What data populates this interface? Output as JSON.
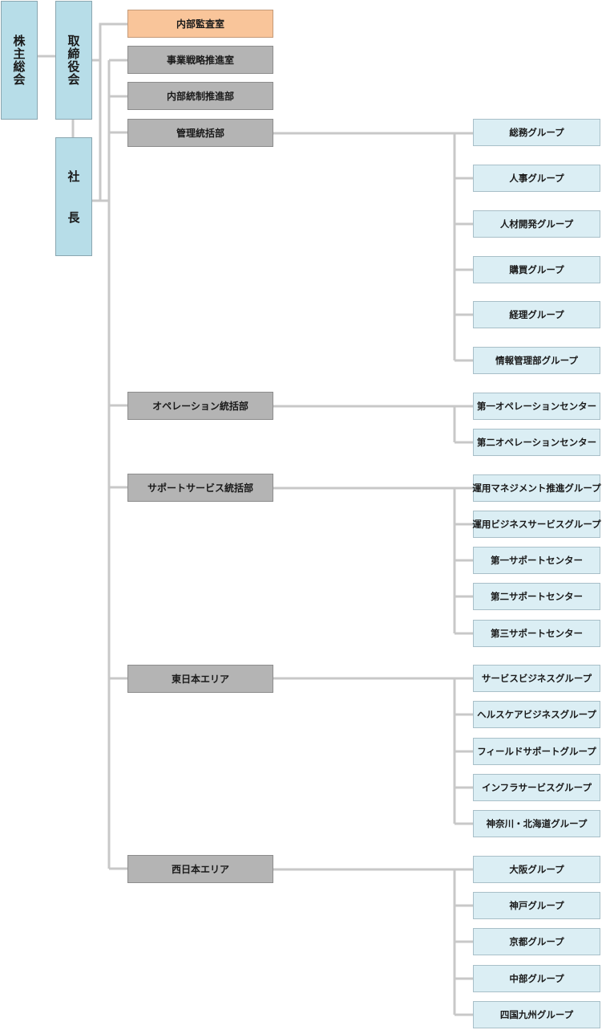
{
  "shareholders": "株主総会",
  "board": "取締役会",
  "president": [
    "社",
    "長"
  ],
  "audit": "内部監査室",
  "staff_departments": [
    "事業戦略推進室",
    "内部統制推進部"
  ],
  "divisions": [
    {
      "name": "管理統括部",
      "groups": [
        "総務グループ",
        "人事グループ",
        "人材開発グループ",
        "購買グループ",
        "経理グループ",
        "情報管理部グループ"
      ]
    },
    {
      "name": "オペレーション統括部",
      "groups": [
        "第一オペレーションセンター",
        "第二オペレーションセンター"
      ]
    },
    {
      "name": "サポートサービス統括部",
      "groups": [
        "運用マネジメント推進グループ",
        "運用ビジネスサービスグループ",
        "第一サポートセンター",
        "第二サポートセンター",
        "第三サポートセンター"
      ]
    },
    {
      "name": "東日本エリア",
      "groups": [
        "サービスビジネスグループ",
        "ヘルスケアビジネスグループ",
        "フィールドサポートグループ",
        "インフラサービスグループ",
        "神奈川・北海道グループ"
      ]
    },
    {
      "name": "西日本エリア",
      "groups": [
        "大阪グループ",
        "神戸グループ",
        "京都グループ",
        "中部グループ",
        "四国九州グループ"
      ]
    }
  ]
}
